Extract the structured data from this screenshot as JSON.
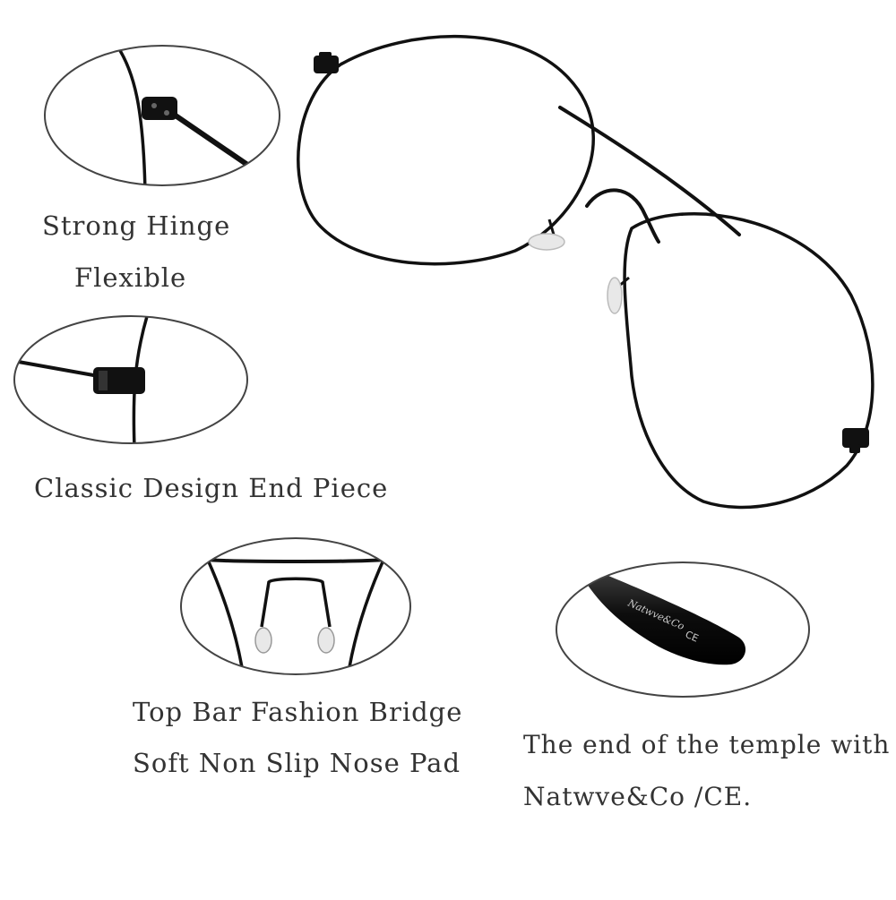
{
  "captions": {
    "hinge_line1": "Strong Hinge",
    "hinge_line2": "Flexible",
    "end_piece": "Classic Design End Piece",
    "bridge_line1": "Top Bar Fashion Bridge",
    "bridge_line2": "Soft Non Slip Nose Pad",
    "temple_line1": "The end of the temple with",
    "temple_line2": "Natwve&Co /CE."
  },
  "temple_engraving": {
    "brand": "Natwve&Co",
    "mark": "CE"
  },
  "colors": {
    "frame": "#111111",
    "callout_outline": "#444444",
    "caption_text": "#333333",
    "nose_pad": "#e8e8e8"
  }
}
